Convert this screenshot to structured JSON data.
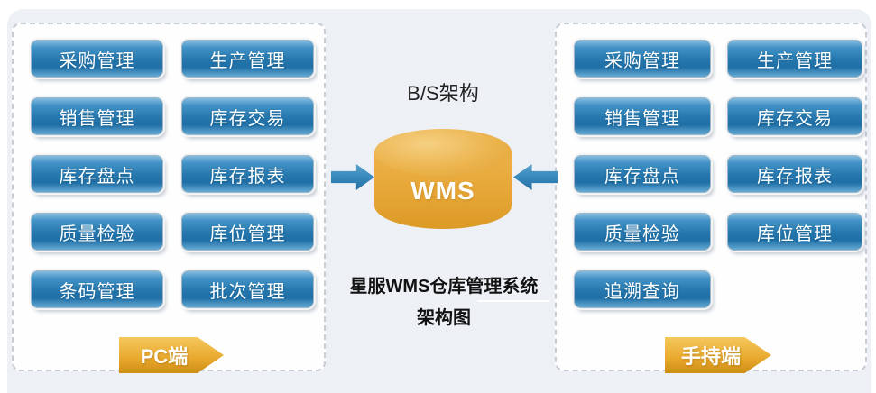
{
  "left_panel": {
    "buttons": [
      "采购管理",
      "生产管理",
      "销售管理",
      "库存交易",
      "库存盘点",
      "库存报表",
      "质量检验",
      "库位管理",
      "条码管理",
      "批次管理"
    ],
    "tag": "PC端"
  },
  "right_panel": {
    "buttons": [
      "采购管理",
      "生产管理",
      "销售管理",
      "库存交易",
      "库存盘点",
      "库存报表",
      "质量检验",
      "库位管理",
      "追溯查询"
    ],
    "tag": "手持端"
  },
  "center": {
    "architecture_label": "B/S架构",
    "database_label": "WMS",
    "caption_line1": "星服WMS仓库管理系统",
    "caption_line2": "架构图"
  },
  "colors": {
    "button_blue_top": "#84bce0",
    "button_blue_bottom": "#1f6fa6",
    "cylinder_gold": "#e6a636",
    "pennant_gold": "#e9a92f",
    "arrow_blue": "#3586ba",
    "panel_border": "#c7ccd5",
    "background": "#edf0f5"
  }
}
